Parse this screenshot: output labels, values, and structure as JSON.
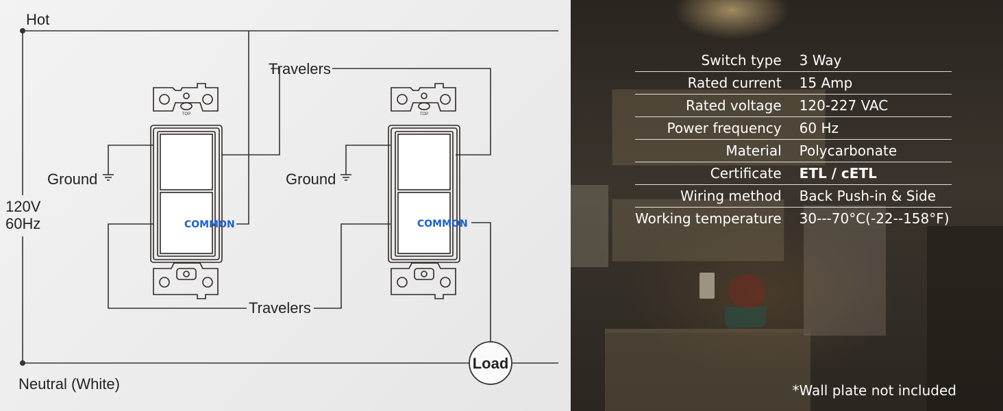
{
  "diagram": {
    "hot_label": "Hot",
    "neutral_label": "Neutral (White)",
    "voltage_label": "120V",
    "frequency_label": "60Hz",
    "travelers_top_label": "Travelers",
    "travelers_bottom_label": "Travelers",
    "ground_left_label": "Ground",
    "ground_right_label": "Ground",
    "common_left_label": "COMMON",
    "common_right_label": "COMMON",
    "load_label": "Load",
    "top_mark_left": "TOP",
    "top_mark_right": "TOP",
    "colors": {
      "wire": "#333333",
      "common": "#1a5fd6",
      "switch_outline": "#2e2624"
    }
  },
  "specs": {
    "rows": [
      {
        "label": "Switch type",
        "value": "3 Way"
      },
      {
        "label": "Rated current",
        "value": "15 Amp"
      },
      {
        "label": "Rated voltage",
        "value": "120-227 VAC"
      },
      {
        "label": "Power frequency",
        "value": "60 Hz"
      },
      {
        "label": "Material",
        "value": "Polycarbonate"
      },
      {
        "label": "Certificate",
        "value": "ETL / cETL"
      },
      {
        "label": "Wiring method",
        "value": "Back Push-in & Side"
      },
      {
        "label": "Working temperature",
        "value": "30---70°C(-22--158°F)"
      }
    ],
    "note": "*Wall plate not included"
  }
}
